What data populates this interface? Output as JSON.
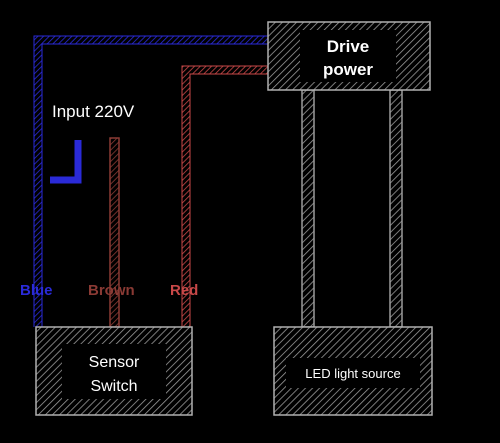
{
  "input_label": "Input 220V",
  "wire_labels": {
    "blue": "Blue",
    "brown": "Brown",
    "red": "Red"
  },
  "blocks": {
    "drive_power": {
      "line1": "Drive",
      "line2": "power"
    },
    "sensor_switch": {
      "line1": "Sensor",
      "line2": "Switch"
    },
    "led_light_source": {
      "label": "LED light source"
    }
  },
  "colors": {
    "background": "#000000",
    "blue_wire": "#2a2ad8",
    "brown_wire": "#8a3a34",
    "red_wire": "#c84848",
    "block_hatch": "#8c8c8c",
    "label_box": "#000000",
    "text": "#ffffff"
  }
}
